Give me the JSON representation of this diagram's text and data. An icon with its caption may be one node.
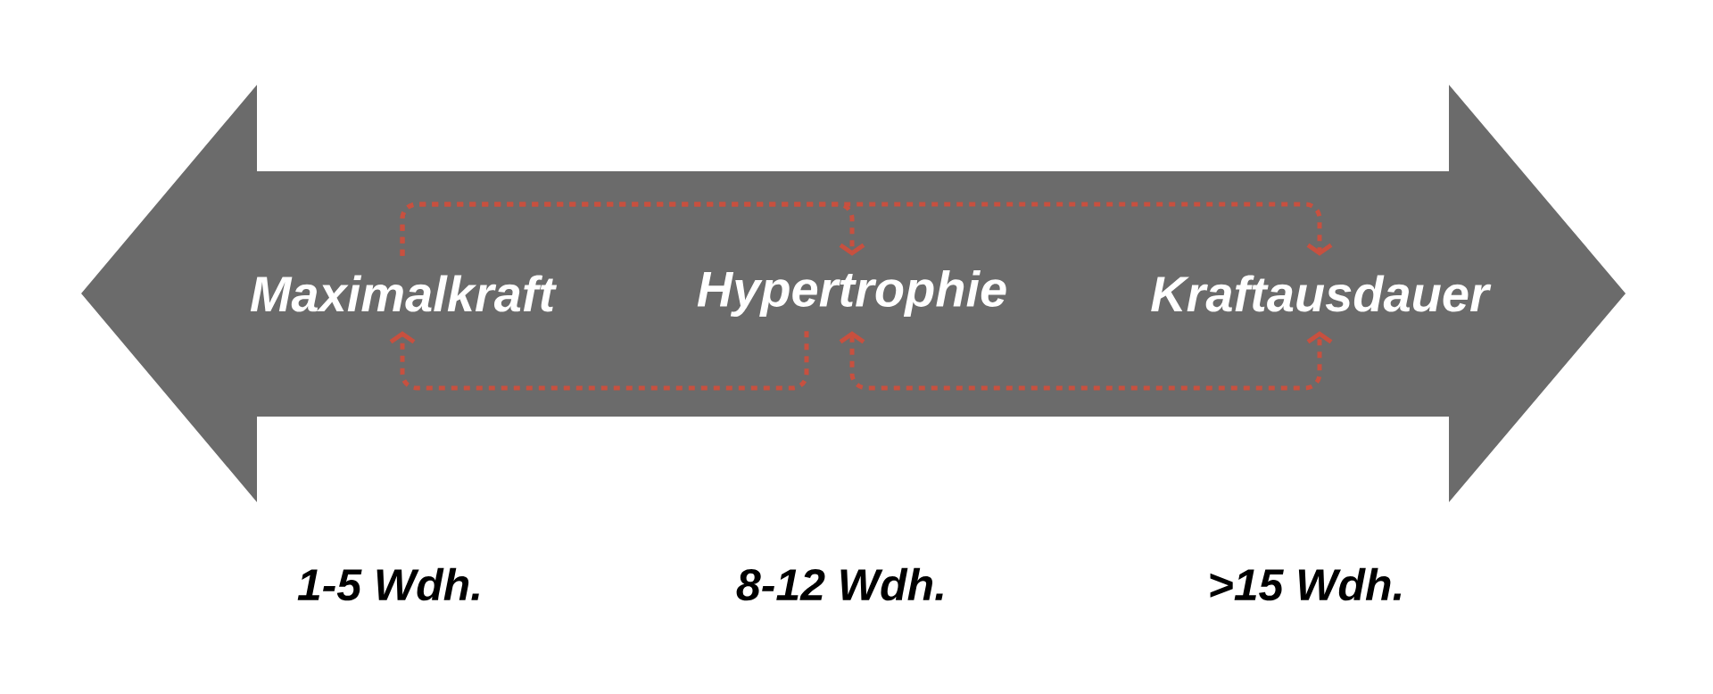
{
  "diagram": {
    "nodes": [
      {
        "text": [
          "Maximalkraft"
        ]
      },
      {
        "text": [
          "Hypertrophie"
        ]
      },
      {
        "text": [
          "Kraftausdauer"
        ]
      }
    ],
    "edges": [
      {
        "from": 0,
        "to": 1,
        "arrow": "to",
        "style": "dashed"
      },
      {
        "from": 0,
        "to": 2,
        "arrow": "to",
        "style": "dashed"
      },
      {
        "from": 1,
        "to": 0,
        "arrow": "to",
        "style": "dashed"
      },
      {
        "from": 1,
        "to": 2,
        "arrow": "both",
        "style": "dashed"
      }
    ],
    "labels": [
      "1-5 Wdh.",
      "8-12 Wdh.",
      ">15 Wdh."
    ]
  }
}
